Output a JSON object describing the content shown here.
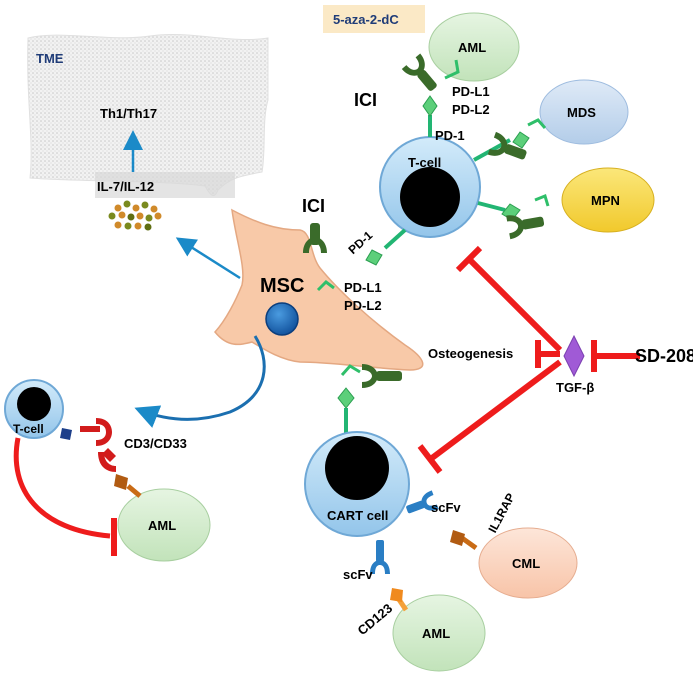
{
  "drug": "5-aza-2-dC",
  "tme": {
    "label": "TME",
    "th": "Th1/Th17",
    "il": "IL-7/IL-12"
  },
  "msc": {
    "label": "MSC"
  },
  "tcell_top": {
    "label": "T-cell",
    "pd1_top": "PD-1",
    "pd1_left": "PD-1"
  },
  "tcell_left": {
    "label": "T-cell"
  },
  "cart": {
    "label": "CART cell"
  },
  "ici": {
    "top": "ICI",
    "mid": "ICI"
  },
  "ligands": {
    "pdl1_top": "PD-L1",
    "pdl2_top": "PD-L2",
    "pdl1_msc": "PD-L1",
    "pdl2_msc": "PD-L2"
  },
  "targets": {
    "aml_top": "AML",
    "mds": "MDS",
    "mpn": "MPN",
    "aml_left": "AML",
    "cml": "CML",
    "aml_bottom": "AML"
  },
  "markers": {
    "cd3cd33": "CD3/CD33",
    "il1rap": "IL1RAP",
    "cd123": "CD123",
    "scfv_right": "scFv",
    "scfv_left": "scFv"
  },
  "tgf": {
    "label": "TGF-β",
    "inhibitor": "SD-208",
    "osteogenesis": "Osteogenesis"
  },
  "colors": {
    "tcell_fill": "#a9d3ef",
    "tcell_stroke": "#6fa8d6",
    "msc_fill": "#f8c9a8",
    "msc_nucleus": "#1d6fc0",
    "aml_fill": "#d3ebcd",
    "mds_fill": "#c4d9ee",
    "mpn_fill": "#f5d547",
    "cml_fill": "#fbd7c4",
    "inhibit": "#ee1c1c",
    "pd_green": "#22b573",
    "receptor_green": "#3a6b2a",
    "tgf_purple": "#a05ad6",
    "drug_box": "#fbe9c6"
  }
}
